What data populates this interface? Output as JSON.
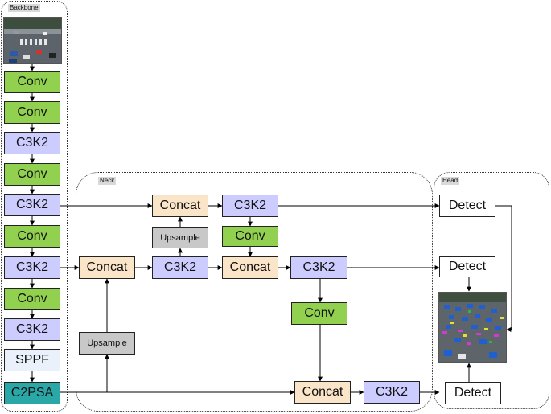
{
  "groups": {
    "backbone": "Backbone",
    "neck": "Neck",
    "head": "Head"
  },
  "backbone": {
    "n1": "Conv",
    "n2": "Conv",
    "n3": "C3K2",
    "n4": "Conv",
    "n5": "C3K2",
    "n6": "Conv",
    "n7": "C3K2",
    "n8": "Conv",
    "n9": "C3K2",
    "n10": "SPPF",
    "n11": "C2PSA"
  },
  "neck": {
    "concat_top": "Concat",
    "c3k2_top": "C3K2",
    "upsample_top": "Upsample",
    "conv_mid": "Conv",
    "concat_left": "Concat",
    "c3k2_mid_left": "C3K2",
    "concat_mid": "Concat",
    "c3k2_mid_right": "C3K2",
    "upsample_left": "Upsample",
    "conv_lower": "Conv",
    "concat_bottom": "Concat",
    "c3k2_bottom": "C3K2"
  },
  "head": {
    "detect_top": "Detect",
    "detect_mid": "Detect",
    "detect_bottom": "Detect"
  },
  "colors": {
    "conv": "#92d050",
    "c3k2": "#ccccff",
    "concat": "#fbe5c8",
    "upsample": "#c8c8c8",
    "sppf": "#eaf1fb",
    "c2psa": "#2aa8a8",
    "detect": "#ffffff"
  }
}
